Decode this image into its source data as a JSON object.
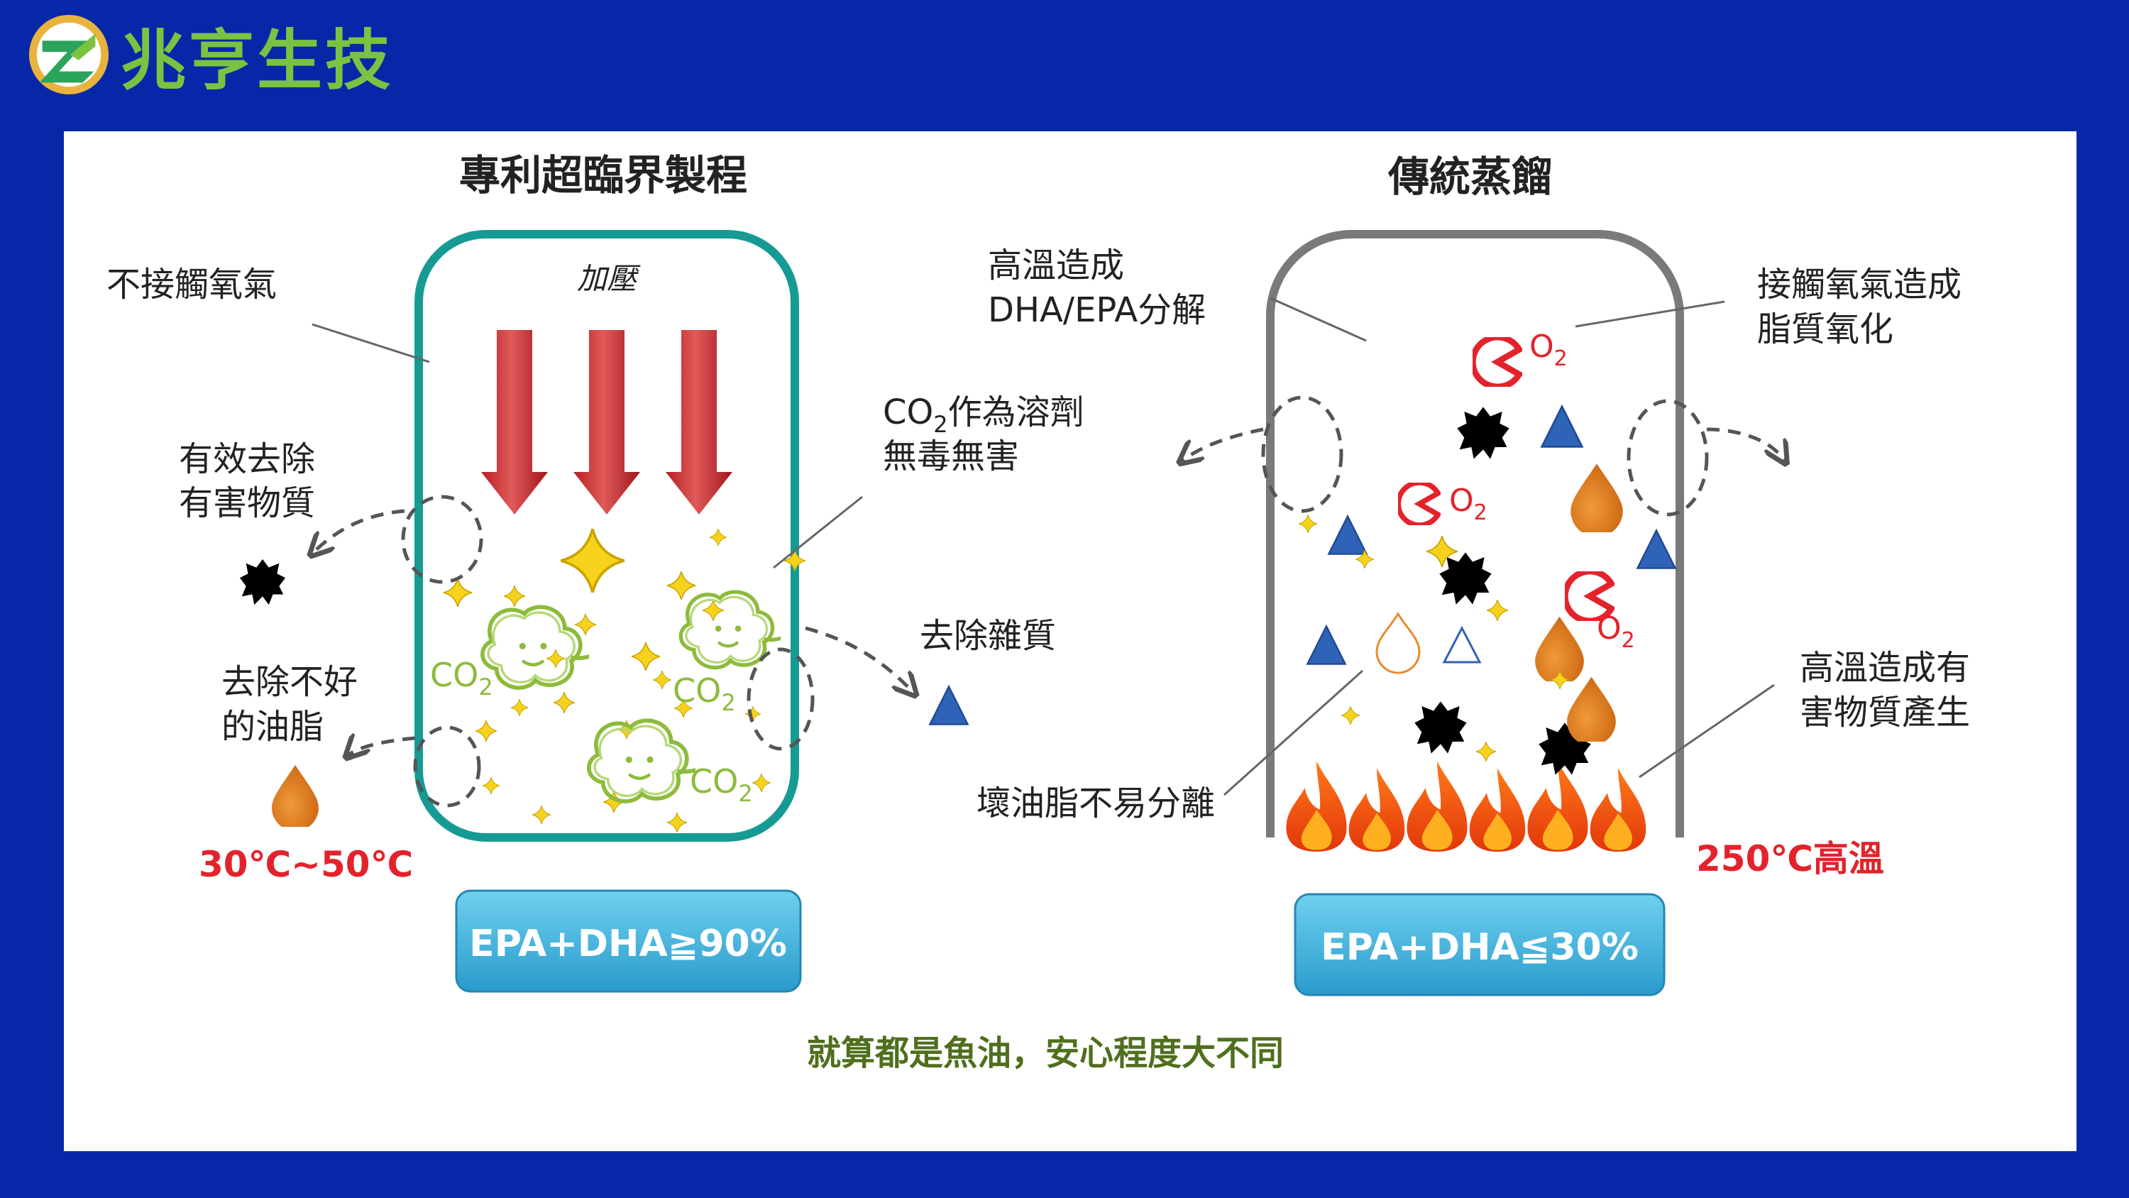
{
  "brand": {
    "name": "兆亨生技",
    "colors": {
      "background": "#0628a8",
      "logo_green": "#7cc242",
      "logo_gold": "#e8b33c"
    }
  },
  "left": {
    "title": "專利超臨界製程",
    "pressure_label": "加壓",
    "label_no_oxygen": "不接觸氧氣",
    "label_remove_harmful": [
      "有效去除",
      "有害物質"
    ],
    "label_remove_bad_fat": [
      "去除不好",
      "的油脂"
    ],
    "label_solvent": [
      "CO",
      "2",
      "作為溶劑"
    ],
    "label_nontoxic": "無毒無害",
    "label_remove_impurity": "去除雜質",
    "co2_main": "CO",
    "co2_sub": "2",
    "temperature": "30℃~50℃",
    "result": "EPA+DHA≧90%"
  },
  "right": {
    "title": "傳統蒸餾",
    "label_high_temp_decompose": [
      "高溫造成",
      "DHA/EPA分解"
    ],
    "label_oxidation": [
      "接觸氧氣造成",
      "脂質氧化"
    ],
    "label_harmful_produced": [
      "高溫造成有",
      "害物質產生"
    ],
    "label_bad_fat": "壞油脂不易分離",
    "o2_main": "O",
    "o2_sub": "2",
    "temperature": "250℃高溫",
    "result": "EPA+DHA≦30%"
  },
  "footer": "就算都是魚油，安心程度大不同",
  "icons": [
    "pressure-arrow-icon",
    "star-icon",
    "co2-bubble-icon",
    "oil-drop-icon",
    "impurity-triangle-icon",
    "toxin-blob-icon",
    "oxygen-icon",
    "flame-icon"
  ]
}
